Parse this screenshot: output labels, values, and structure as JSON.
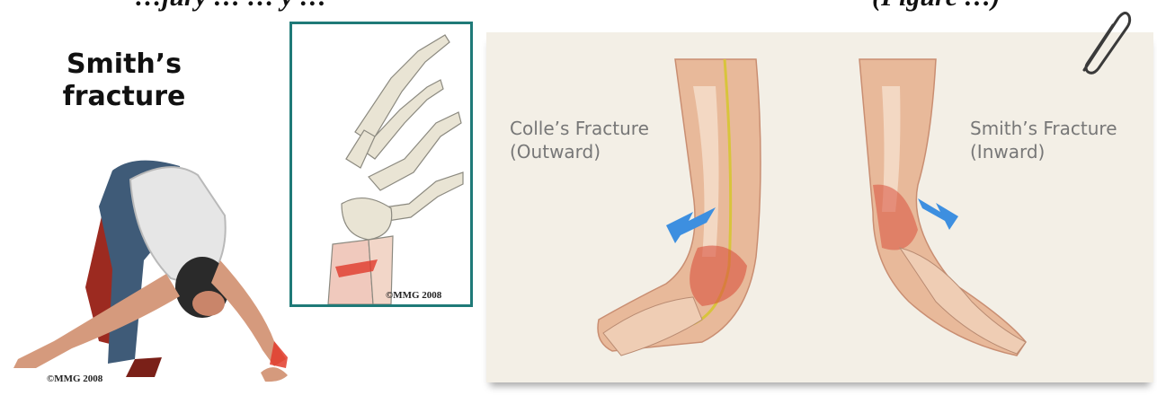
{
  "top_caption": {
    "fragment_left": "…jury … … y …",
    "fragment_right": "(Figure …)"
  },
  "left_panel": {
    "title_line1": "Smith’s",
    "title_line2": "fracture",
    "copyright": "©MMG 2008"
  },
  "middle_panel": {
    "copyright": "©MMG 2008",
    "border_color": "#1f7a78"
  },
  "right_panel": {
    "colles_label_line1": "Colle’s Fracture",
    "colles_label_line2": "(Outward)",
    "smith_label_line1": "Smith’s Fracture",
    "smith_label_line2": "(Inward)",
    "arrow_color": "#3d8fe0",
    "background_color": "#f3efe6"
  },
  "icons": [
    "paperclip-icon",
    "arrow-outward-icon",
    "arrow-inward-icon"
  ]
}
